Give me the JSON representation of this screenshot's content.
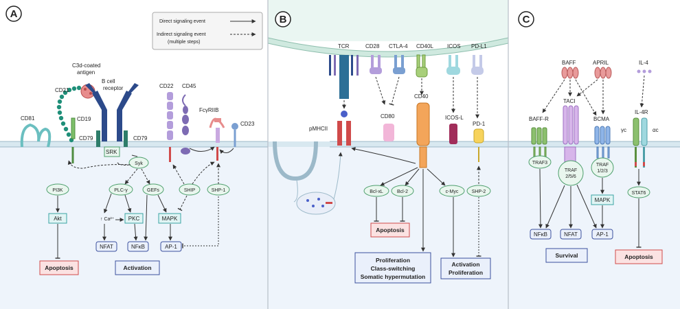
{
  "panel_a": {
    "letter": "A",
    "legend": {
      "direct": "Direct signaling event",
      "indirect_line1": "Indirect signaling event",
      "indirect_line2": "(multiple steps)"
    },
    "receptors": {
      "antigen_line1": "C3d-coated",
      "antigen_line2": "antigen",
      "cd21": "CD21",
      "bcr_line1": "B cell",
      "bcr_line2": "receptor",
      "cd22": "CD22",
      "cd45": "CD45",
      "fcgr": "FcγRIIB",
      "cd23": "CD23",
      "cd81": "CD81",
      "cd19": "CD19",
      "cd79_left": "CD79",
      "cd79_right": "CD79",
      "srk": "SRK"
    },
    "nodes": {
      "syk": "Syk",
      "pi3k": "PI3K",
      "plcg": "PLC-γ",
      "gefs": "GEFs",
      "ship": "SHIP",
      "ship1": "SHP-1",
      "ca": "↑ Ca²⁺",
      "akt": "Akt",
      "pkc": "PKC",
      "mapk": "MAPK",
      "nfat": "NFAT",
      "nfkb": "NFκB",
      "ap1": "AP-1"
    },
    "outcomes": {
      "apoptosis": "Apoptosis",
      "activation": "Activation"
    }
  },
  "panel_b": {
    "letter": "B",
    "receptors": {
      "tcr": "TCR",
      "cd28": "CD28",
      "ctla4": "CTLA-4",
      "cd40l": "CD40L",
      "icos": "ICOS",
      "pdl1": "PD-L1",
      "pmhcii": "pMHCII",
      "cd80": "CD80",
      "cd40": "CD40",
      "icosl": "ICOS-L",
      "pd1": "PD-1"
    },
    "nodes": {
      "bclxl": "Bcl-xL",
      "bcl2": "Bcl-2",
      "cmyc": "c-Myc",
      "shp2": "SHP-2"
    },
    "outcomes": {
      "apoptosis": "Apoptosis",
      "prolif_line1": "Proliferation",
      "prolif_line2": "Class-switching",
      "prolif_line3": "Somatic hypermutation",
      "act_line1": "Activation",
      "act_line2": "Proliferation"
    }
  },
  "panel_c": {
    "letter": "C",
    "receptors": {
      "baff": "BAFF",
      "april": "APRIL",
      "il4": "IL-4",
      "baffr": "BAFF-R",
      "taci": "TACI",
      "bcma": "BCMA",
      "il4r": "IL-4R",
      "gc": "γc",
      "ac": "αc"
    },
    "nodes": {
      "traf3": "TRAF3",
      "traf256_line1": "TRAF",
      "traf256_line2": "2/5/6",
      "traf123_line1": "TRAF",
      "traf123_line2": "1/2/3",
      "stat6": "STAT6",
      "mapk": "MAPK",
      "nfkb": "NFκB",
      "nfat": "NFAT",
      "ap1": "AP-1"
    },
    "outcomes": {
      "survival": "Survival",
      "apoptosis": "Apoptosis"
    }
  },
  "colors": {
    "oval_fill": "#e9f6ee",
    "oval_stroke": "#4d9f6c",
    "box_blue_fill": "#eaf0fb",
    "box_blue_stroke": "#3a4f9e",
    "box_teal_fill": "#e0f4f4",
    "box_teal_stroke": "#3aa3a3",
    "apoptosis_fill": "#fbe2e2",
    "apoptosis_stroke": "#d04a4a",
    "cytoplasm": "#eef4fb",
    "membrane": "#d8e8f0"
  }
}
